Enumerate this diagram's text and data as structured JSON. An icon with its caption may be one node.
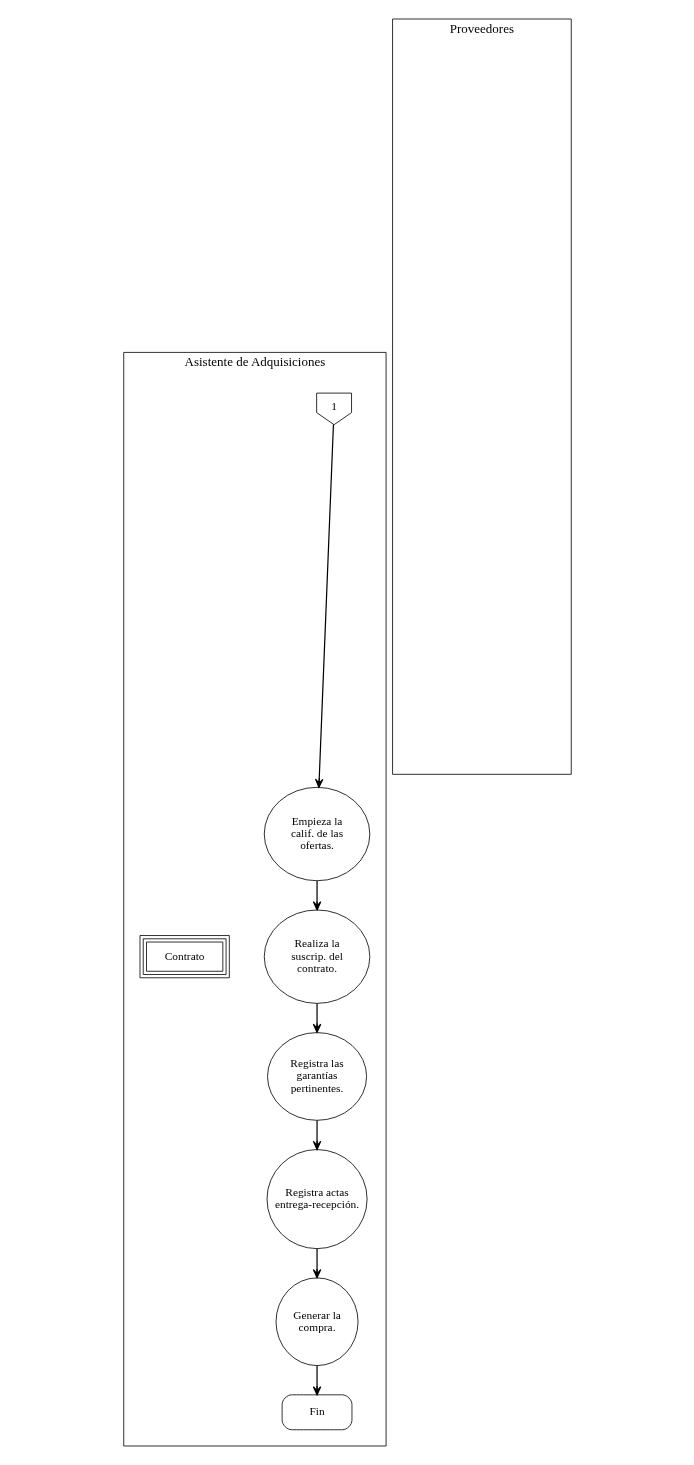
{
  "diagram": {
    "nodes": [
      {
        "text": [
          "Asistente de Adquisiciones"
        ]
      },
      {
        "text": [
          "Proveedores"
        ]
      },
      {
        "text": [
          "1"
        ],
        "in": 0
      },
      {
        "text": [
          "Empieza la calif. de las ofertas."
        ],
        "in": 0
      },
      {
        "text": [
          "Realiza la suscrip. del contrato."
        ],
        "in": 0
      },
      {
        "text": [
          "Contrato"
        ],
        "in": 0
      },
      {
        "text": [
          "Registra las garantías pertinentes."
        ],
        "in": 0
      },
      {
        "text": [
          "Registra actas entrega-recepción."
        ],
        "in": 0
      },
      {
        "text": [
          "Generar la compra."
        ],
        "in": 0
      },
      {
        "text": [
          "Fin"
        ],
        "in": 0
      }
    ],
    "edges": [
      {
        "from": 2,
        "to": 3,
        "arrow": "to"
      },
      {
        "from": 3,
        "to": 4,
        "arrow": "to"
      },
      {
        "from": 4,
        "to": 6,
        "arrow": "to"
      },
      {
        "from": 6,
        "to": 7,
        "arrow": "to"
      },
      {
        "from": 7,
        "to": 8,
        "arrow": "to"
      },
      {
        "from": 8,
        "to": 9,
        "arrow": "to"
      }
    ]
  }
}
